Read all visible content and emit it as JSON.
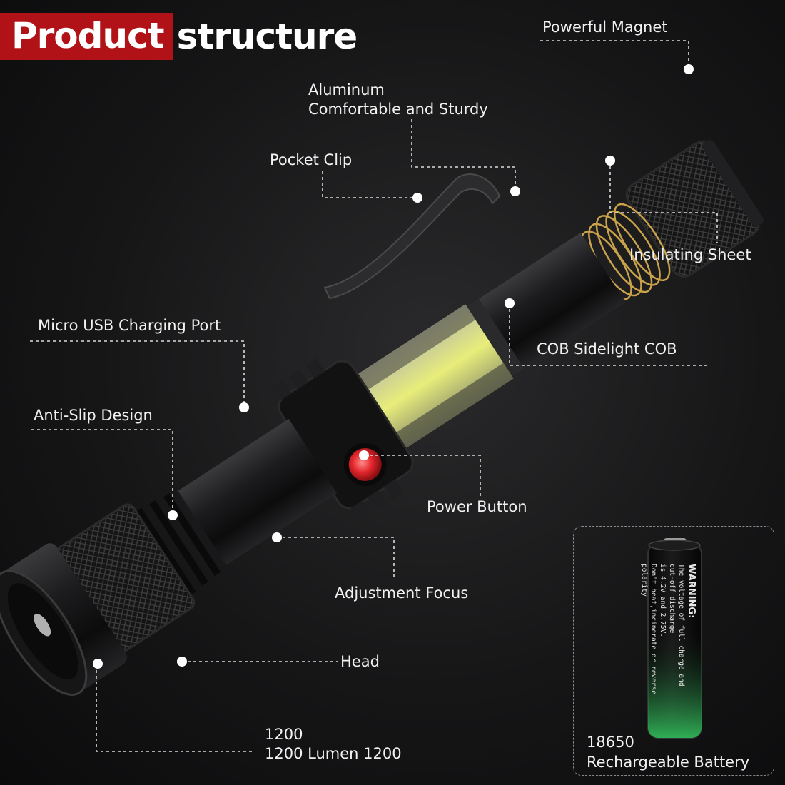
{
  "title": {
    "part1": "Product",
    "part2": "structure"
  },
  "labels": {
    "powerful_magnet": "Powerful Magnet",
    "aluminum_line1": "Aluminum",
    "aluminum_line2": "Comfortable and Sturdy",
    "pocket_clip": "Pocket Clip",
    "insulating_sheet": "Insulating Sheet",
    "micro_usb": "Micro USB Charging Port",
    "cob_sidelight": "COB Sidelight COB",
    "anti_slip": "Anti-Slip Design",
    "power_button": "Power Button",
    "adjustment_focus": "Adjustment Focus",
    "head": "Head",
    "lumen_line1": "1200",
    "lumen_line2": "1200 Lumen 1200",
    "battery_line1": "18650",
    "battery_line2": "Rechargeable Battery"
  },
  "battery_print": {
    "warning": "WARNING:",
    "line1": "The voltage of full charge and cut-off discharge",
    "line2": "is 4.2V and 2.75V.",
    "line3": "Don't heat,incinerate or reverse polarity"
  },
  "colors": {
    "accent_red": "#b01217",
    "button_red": "#e3262b",
    "cob_yellow": "#e9ee7a",
    "coil_gold": "#c9a24a",
    "battery_green": "#2fae55"
  }
}
